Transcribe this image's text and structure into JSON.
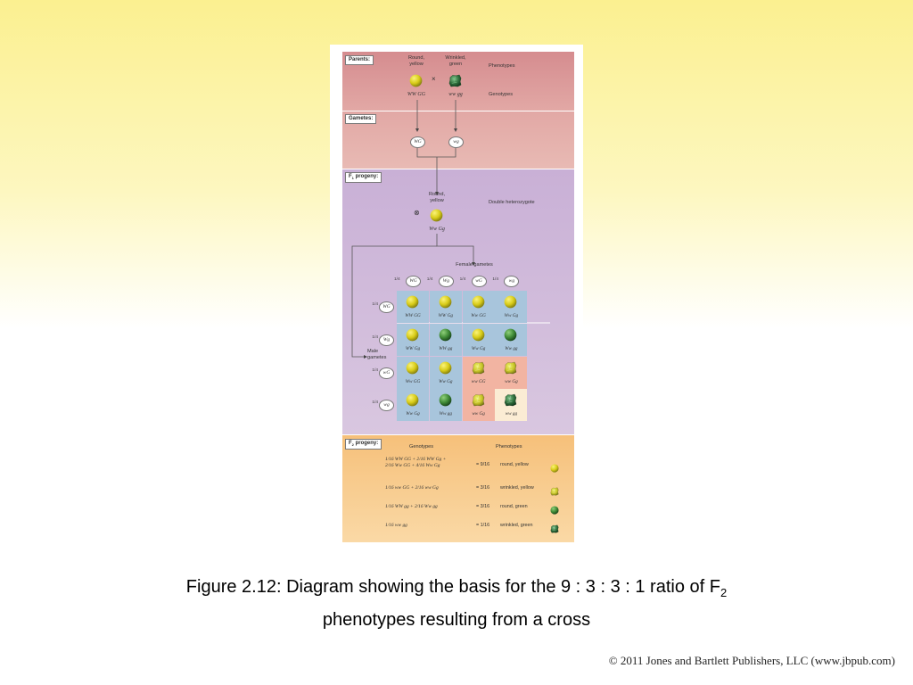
{
  "parents": {
    "label": "Parents:",
    "pheno_left": [
      "Round,",
      "yellow"
    ],
    "pheno_right": [
      "Wrinkled,",
      "green"
    ],
    "phenotypes_label": "Phenotypes",
    "cross_symbol": "×",
    "geno_left": "WW GG",
    "geno_right": "ww gg",
    "genotypes_label": "Genotypes"
  },
  "gametes": {
    "label": "Gametes:",
    "left": "WG",
    "right": "wg"
  },
  "f1": {
    "label_main": "F",
    "label_sub": "1",
    "label_rest": " progeny:",
    "pheno": [
      "Round,",
      "yellow"
    ],
    "description": "Double heterozygote",
    "self_symbol": "⊗",
    "genotype": "Ww Gg"
  },
  "punnett": {
    "female_label": "Female gametes",
    "male_label": [
      "Male",
      "gametes"
    ],
    "fraction": "1/4",
    "female_gametes": [
      "WG",
      "Wg",
      "wG",
      "wg"
    ],
    "male_gametes": [
      "WG",
      "Wg",
      "wG",
      "wg"
    ],
    "cells": [
      [
        {
          "g": "WW GG",
          "pea": "round-yellow",
          "bg": "blue"
        },
        {
          "g": "WW Gg",
          "pea": "round-yellow",
          "bg": "blue"
        },
        {
          "g": "Ww GG",
          "pea": "round-yellow",
          "bg": "blue"
        },
        {
          "g": "Ww Gg",
          "pea": "round-yellow",
          "bg": "blue"
        }
      ],
      [
        {
          "g": "WW Gg",
          "pea": "round-yellow",
          "bg": "blue"
        },
        {
          "g": "WW gg",
          "pea": "round-green",
          "bg": "blue"
        },
        {
          "g": "Ww Gg",
          "pea": "round-yellow",
          "bg": "blue"
        },
        {
          "g": "Ww gg",
          "pea": "round-green",
          "bg": "blue"
        }
      ],
      [
        {
          "g": "Ww GG",
          "pea": "round-yellow",
          "bg": "blue"
        },
        {
          "g": "Ww Gg",
          "pea": "round-yellow",
          "bg": "blue"
        },
        {
          "g": "ww GG",
          "pea": "wrinkled-yellow",
          "bg": "pink"
        },
        {
          "g": "ww Gg",
          "pea": "wrinkled-yellow",
          "bg": "pink"
        }
      ],
      [
        {
          "g": "Ww Gg",
          "pea": "round-yellow",
          "bg": "blue"
        },
        {
          "g": "Ww gg",
          "pea": "round-green",
          "bg": "blue"
        },
        {
          "g": "ww Gg",
          "pea": "wrinkled-yellow",
          "bg": "pink"
        },
        {
          "g": "ww gg",
          "pea": "wrinkled-green",
          "bg": "cream"
        }
      ]
    ]
  },
  "f2": {
    "label_main": "F",
    "label_sub": "2",
    "label_rest": " progeny:",
    "genotypes_header": "Genotypes",
    "phenotypes_header": "Phenotypes",
    "rows": [
      {
        "geno": [
          "1/16 WW GG  +  2/16 WW Gg +",
          "2/16 Ww GG  +  4/16 Ww Gg"
        ],
        "eq": "=  9/16",
        "pheno": "round, yellow",
        "pea": "round-yellow"
      },
      {
        "geno": [
          "1/16 ww GG  +  2/16 ww Gg"
        ],
        "eq": "=  3/16",
        "pheno": "wrinkled, yellow",
        "pea": "wrinkled-yellow"
      },
      {
        "geno": [
          "1/16 WW gg  +  2/16 Ww gg"
        ],
        "eq": "=  3/16",
        "pheno": "round, green",
        "pea": "round-green"
      },
      {
        "geno": [
          "1/16 ww gg"
        ],
        "eq": "=  1/16",
        "pheno": "wrinkled, green",
        "pea": "wrinkled-green"
      }
    ]
  },
  "caption": {
    "line1_main": "Figure 2.12: Diagram showing the basis for the 9 : 3 : 3 : 1 ratio of F",
    "line1_sub": "2",
    "line2": "phenotypes resulting from a cross"
  },
  "copyright": "© 2011 Jones and Bartlett Publishers, LLC (www.jbpub.com)",
  "colors": {
    "round_yellow": "#d8cc18",
    "round_green": "#3f8a36",
    "wrinkled_yellow": "#c9c62a",
    "wrinkled_green": "#2f6e3c",
    "cell_blue": "#a8c5dc",
    "cell_pink": "#f2b4a2"
  }
}
